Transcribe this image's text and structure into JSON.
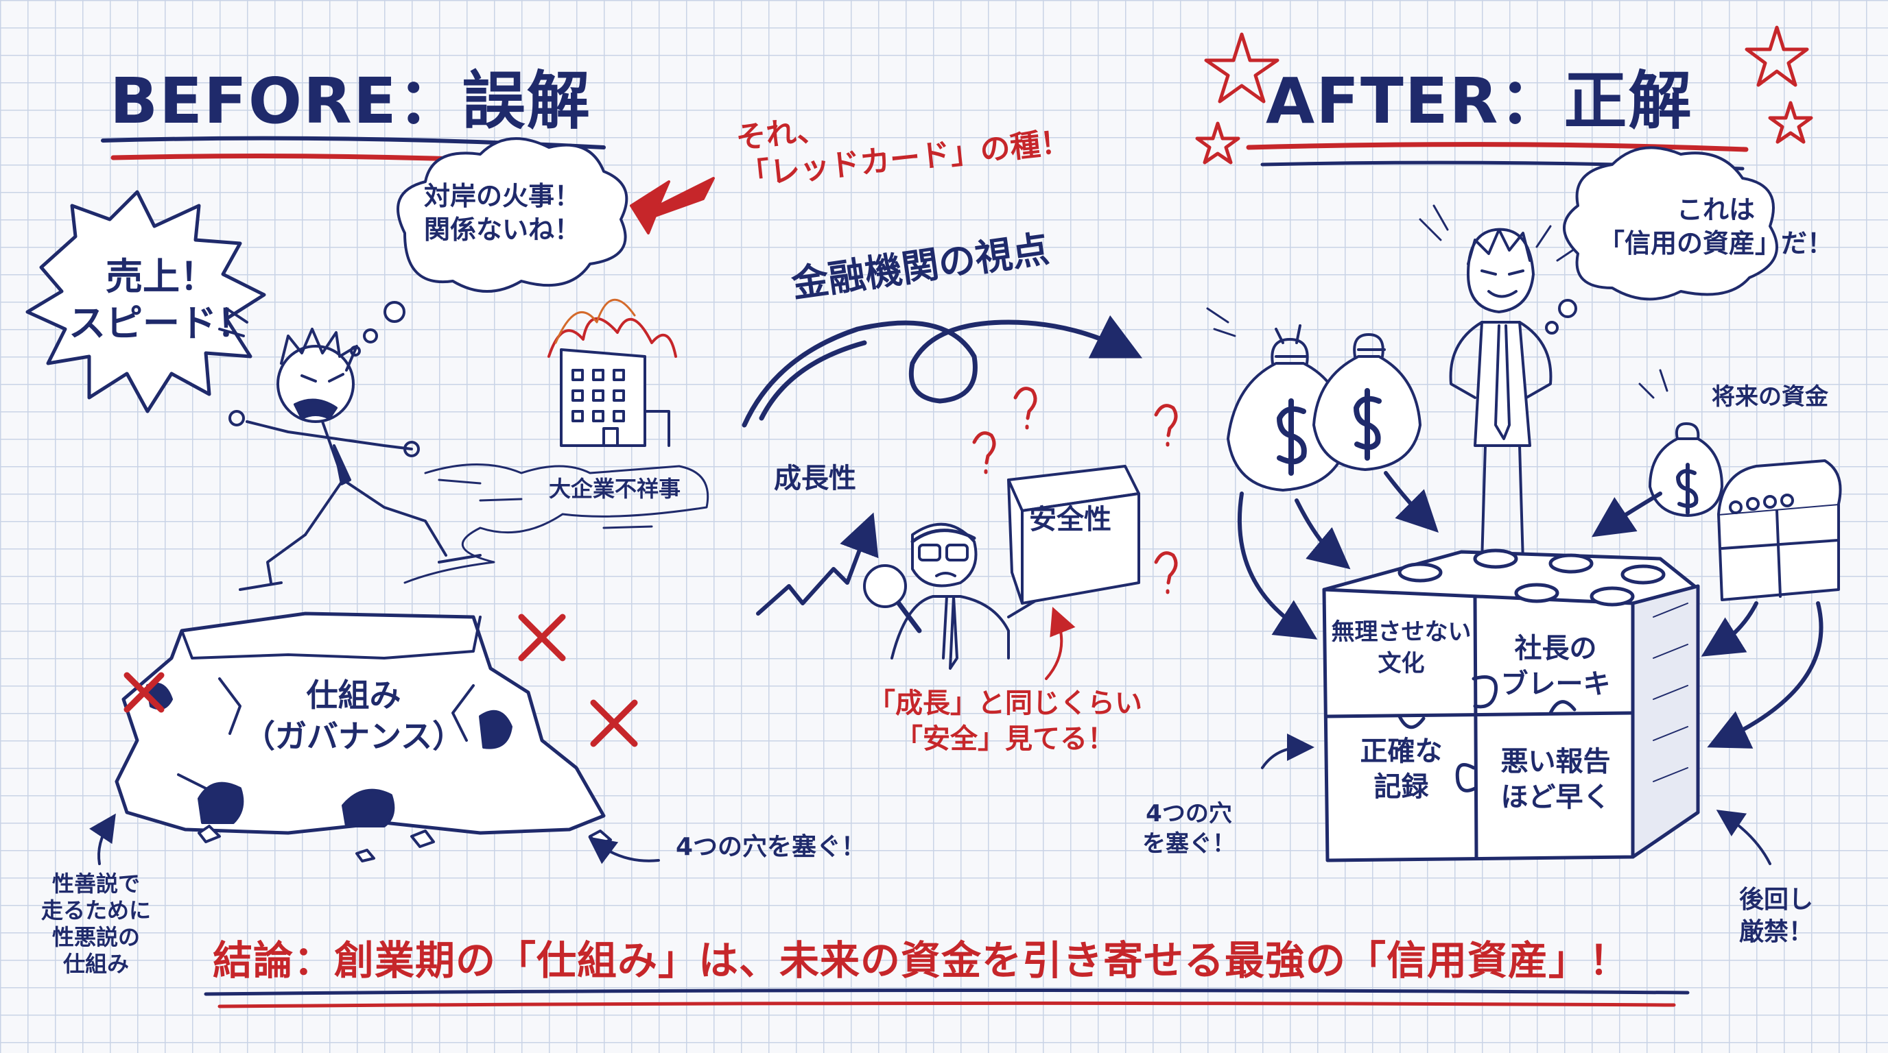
{
  "before": {
    "title": "BEFORE：誤解",
    "burst": [
      "売上！",
      "スピード！"
    ],
    "thought": [
      "対岸の火事！",
      "関係ないね！"
    ],
    "building_label": "大企業不祥事",
    "rock": [
      "仕組み",
      "（ガバナンス）"
    ],
    "plug_note": "4つの穴を塞ぐ！",
    "side_note": [
      "性善説で",
      "走るために",
      "性悪説の",
      "仕組み"
    ]
  },
  "middle": {
    "warning": [
      "それ、",
      "「レッドカード」の種！"
    ],
    "arrow_label": "金融機関の視点",
    "growth_label": "成長性",
    "box_label": "安全性",
    "note": [
      "「成長」と同じくらい",
      "「安全」見てる！"
    ]
  },
  "after": {
    "title": "AFTER：正解",
    "thought": [
      "これは",
      "「信用の資産」だ！"
    ],
    "future_label": "将来の資金",
    "blocks": [
      [
        "無理させない",
        "文化"
      ],
      [
        "社長の",
        "ブレーキ"
      ],
      [
        "正確な",
        "記録"
      ],
      [
        "悪い報告",
        "ほど早く"
      ]
    ],
    "plug_note": [
      "4つの穴",
      "を塞ぐ！"
    ],
    "side_note": [
      "後回し",
      "厳禁！"
    ]
  },
  "conclusion": "結論：創業期の「仕組み」は、未来の資金を引き寄せる最強の「信用資産」！",
  "colors": {
    "ink": "#1f2a6b",
    "accent": "#c6262a",
    "paper": "#f7f8fb",
    "grid": "#c9d3e6"
  }
}
